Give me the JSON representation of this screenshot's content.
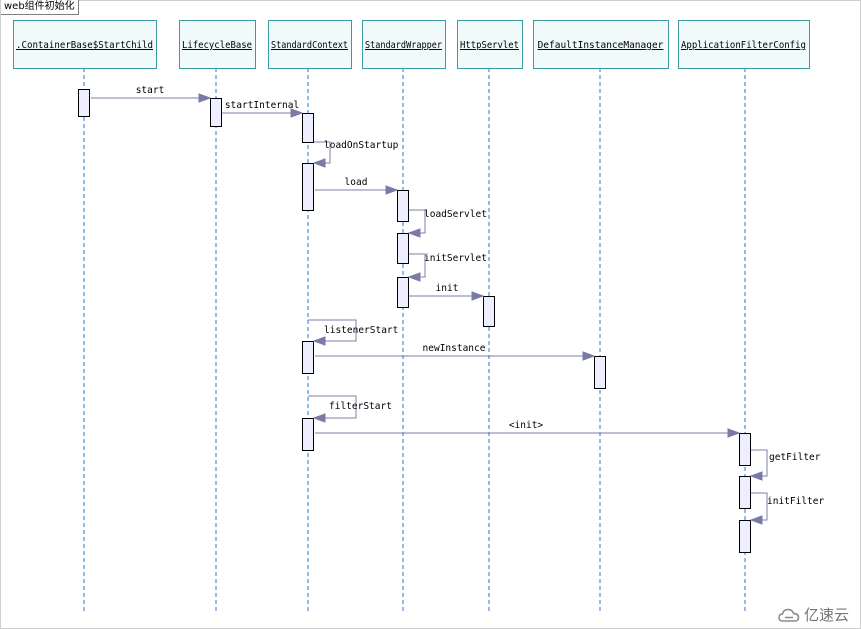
{
  "diagram": {
    "title": "web组件初始化",
    "participants": [
      ".ContainerBase$StartChild",
      "LifecycleBase",
      "StandardContext",
      "StandardWrapper",
      "HttpServlet",
      "DefaultInstanceManager",
      "ApplicationFilterConfig"
    ],
    "messages": [
      {
        "label": "start",
        "from": 0,
        "to": 1
      },
      {
        "label": "startInternal",
        "from": 1,
        "to": 2
      },
      {
        "label": "loadOnStartup",
        "from": 2,
        "to": 2
      },
      {
        "label": "load",
        "from": 2,
        "to": 3
      },
      {
        "label": "loadServlet",
        "from": 3,
        "to": 3
      },
      {
        "label": "initServlet",
        "from": 3,
        "to": 3
      },
      {
        "label": "init",
        "from": 3,
        "to": 4
      },
      {
        "label": "listenerStart",
        "from": 2,
        "to": 2
      },
      {
        "label": "newInstance",
        "from": 2,
        "to": 5
      },
      {
        "label": "filterStart",
        "from": 2,
        "to": 2
      },
      {
        "label": "<init>",
        "from": 2,
        "to": 6
      },
      {
        "label": "getFilter",
        "from": 6,
        "to": 6
      },
      {
        "label": "initFilter",
        "from": 6,
        "to": 6
      }
    ]
  },
  "watermark": {
    "text": "亿速云",
    "icon": "cloud-logo-icon"
  },
  "colors": {
    "box_fill": "#f0fafa",
    "box_border": "#3d9aa0",
    "lifeline": "#2a78c8",
    "activation_fill": "#eeeeff",
    "arrow_line": "#7f7fa8",
    "arrowhead": "#7a7aa6"
  }
}
